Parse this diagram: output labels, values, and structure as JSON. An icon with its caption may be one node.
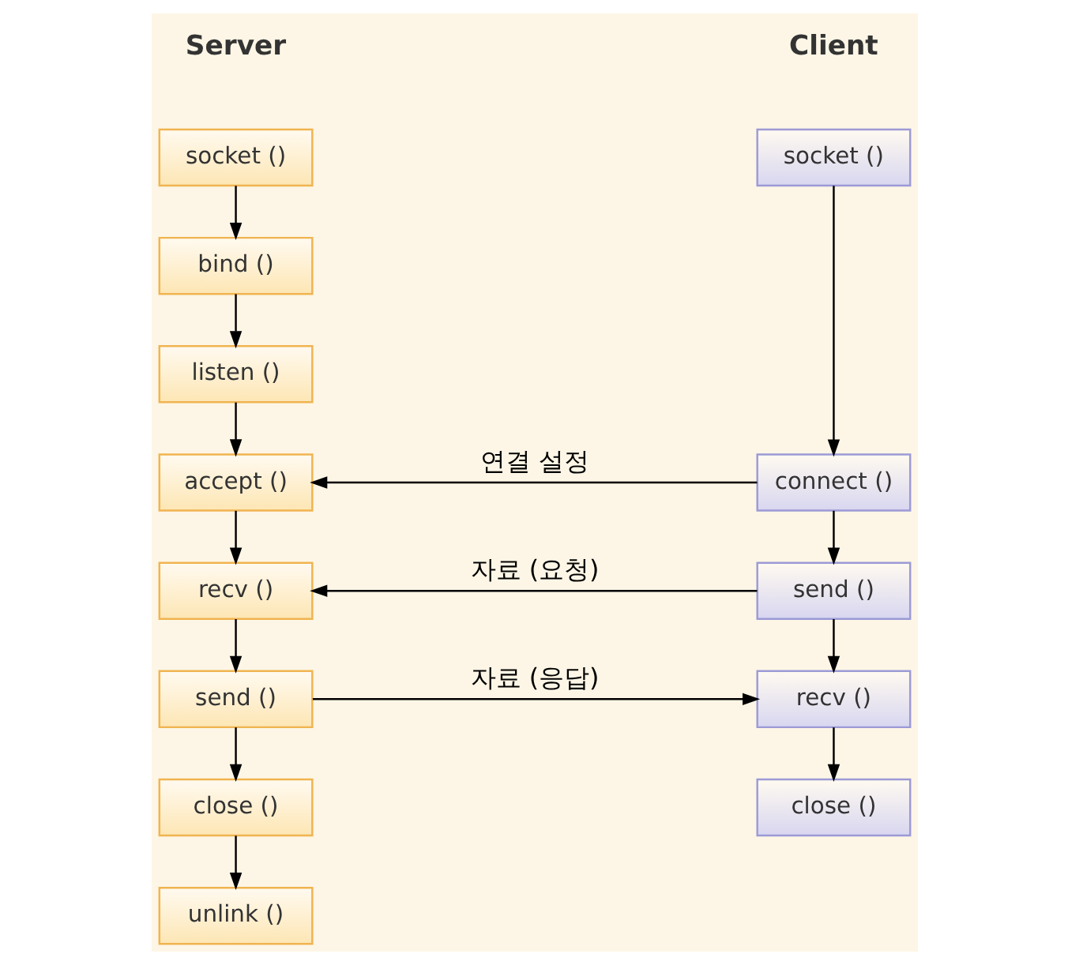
{
  "diagram": {
    "nodes": [
      {
        "text": [
          "socket ()"
        ]
      },
      {
        "text": [
          "bind ()"
        ]
      },
      {
        "text": [
          "listen ()"
        ]
      },
      {
        "text": [
          "accept ()"
        ]
      },
      {
        "text": [
          "recv ()"
        ]
      },
      {
        "text": [
          "send ()"
        ]
      },
      {
        "text": [
          "close ()"
        ]
      },
      {
        "text": [
          "unlink ()"
        ]
      },
      {
        "text": [
          "socket ()"
        ]
      },
      {
        "text": [
          "connect ()"
        ]
      },
      {
        "text": [
          "send ()"
        ]
      },
      {
        "text": [
          "recv ()"
        ]
      },
      {
        "text": [
          "close ()"
        ]
      }
    ],
    "edges": [
      {
        "from": 0,
        "to": 1,
        "arrow": "to"
      },
      {
        "from": 1,
        "to": 2,
        "arrow": "to"
      },
      {
        "from": 2,
        "to": 3,
        "arrow": "to"
      },
      {
        "from": 3,
        "to": 4,
        "arrow": "to"
      },
      {
        "from": 4,
        "to": 5,
        "arrow": "to"
      },
      {
        "from": 5,
        "to": 6,
        "arrow": "to"
      },
      {
        "from": 6,
        "to": 7,
        "arrow": "to"
      },
      {
        "from": 8,
        "to": 9,
        "arrow": "to"
      },
      {
        "from": 9,
        "to": 10,
        "arrow": "to"
      },
      {
        "from": 10,
        "to": 11,
        "arrow": "to"
      },
      {
        "from": 11,
        "to": 12,
        "arrow": "to"
      },
      {
        "from": 9,
        "to": 3,
        "arrow": "to",
        "label": "연결 설정"
      },
      {
        "from": 10,
        "to": 4,
        "arrow": "to",
        "label": "자료 (요청)"
      },
      {
        "from": 5,
        "to": 11,
        "arrow": "to",
        "label": "자료 (응답)"
      }
    ],
    "labels": [
      "Server",
      "Client"
    ]
  }
}
